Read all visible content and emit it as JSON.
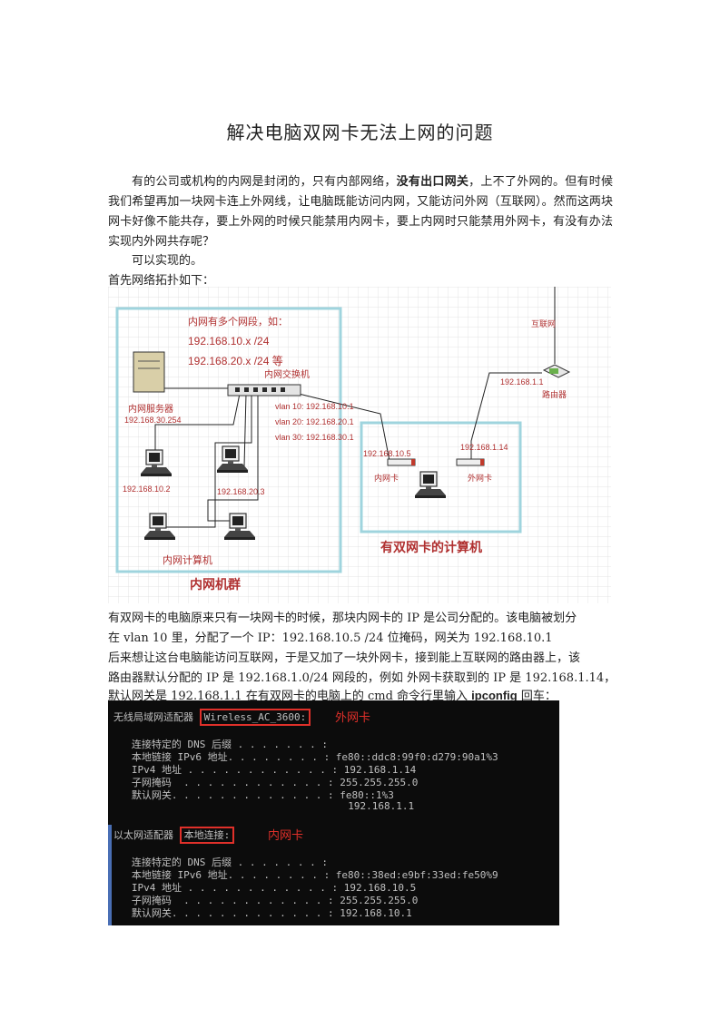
{
  "title": "解决电脑双网卡无法上网的问题",
  "intro": {
    "p1_a": "有的公司或机构的内网是封闭的，只有内部网络，",
    "p1_bold": "没有出口网关",
    "p1_b": "，上不了外网的。但有时候我们希望再加一块网卡连上外网线，让电脑既能访问内网，又能访问外网（互联网）。然而这两块网卡好像不能共存，要上外网的时候只能禁用内网卡，要上内网时只能禁用外网卡，有没有办法实现内外网共存呢？",
    "p2": "可以实现的。",
    "p3": "首先网络拓扑如下："
  },
  "diagram": {
    "internet": "互联网",
    "router": "路由器",
    "router_ip": "192.168.1.1",
    "segments_1": "内网有多个网段，如：",
    "segments_2": "192.168.10.x /24",
    "segments_3": "192.168.20.x /24 等",
    "switch": "内网交换机",
    "server": "内网服务器",
    "server_ip": "192.168.30.254",
    "vlan10": "vlan 10: 192.168.10.1",
    "vlan20": "vlan 20: 192.168.20.1",
    "vlan30": "vlan 30: 192.168.30.1",
    "pc1_ip": "192.168.10.2",
    "pc2_ip": "192.168.20.3",
    "inner_pcs": "内网计算机",
    "cluster": "内网机群",
    "nic_in_ip": "192.168.10.5",
    "nic_in": "内网卡",
    "nic_out_ip": "192.168.1.14",
    "nic_out": "外网卡",
    "dual_pc": "有双网卡的计算机"
  },
  "body": {
    "l1": "有双网卡的电脑原来只有一块网卡的时候，那块内网卡的 IP 是公司分配的。该电脑被划分",
    "l2": "在 vlan 10 里，分配了一个 IP：192.168.10.5    /24 位掩码，网关为 192.168.10.1",
    "l3": "后来想让这台电脑能访问互联网，于是又加了一块外网卡，接到能上互联网的路由器上，该",
    "l4": "路由器默认分配的 IP 是 192.168.1.0/24 网段的，例如  外网卡获取到的 IP 是 192.168.1.14，",
    "l5_a": "默认网关是 192.168.1.1    在有双网卡的电脑上的 cmd 命令行里输入 ",
    "l5_bold": "ipconfig",
    "l5_b": "   回车："
  },
  "cmd": {
    "wl_prefix": "无线局域网适配器 ",
    "wl_name": "Wireless_AC_3600:",
    "wl_tag": "外网卡",
    "w1": "   连接特定的 DNS 后缀 . . . . . . . :",
    "w2": "   本地链接 IPv6 地址. . . . . . . . : fe80::ddc8:99f0:d279:90a1%3",
    "w3": "   IPv4 地址 . . . . . . . . . . . . : 192.168.1.14",
    "w4": "   子网掩码  . . . . . . . . . . . . : 255.255.255.0",
    "w5": "   默认网关. . . . . . . . . . . . . : fe80::1%3",
    "w6": "                                       192.168.1.1",
    "eth_prefix": "以太网适配器 ",
    "eth_name": "本地连接:",
    "eth_tag": "内网卡",
    "e1": "   连接特定的 DNS 后缀 . . . . . . . :",
    "e2": "   本地链接 IPv6 地址. . . . . . . . : fe80::38ed:e9bf:33ed:fe50%9",
    "e3": "   IPv4 地址 . . . . . . . . . . . . : 192.168.10.5",
    "e4": "   子网掩码  . . . . . . . . . . . . : 255.255.255.0",
    "e5": "   默认网关. . . . . . . . . . . . . : 192.168.10.1"
  }
}
